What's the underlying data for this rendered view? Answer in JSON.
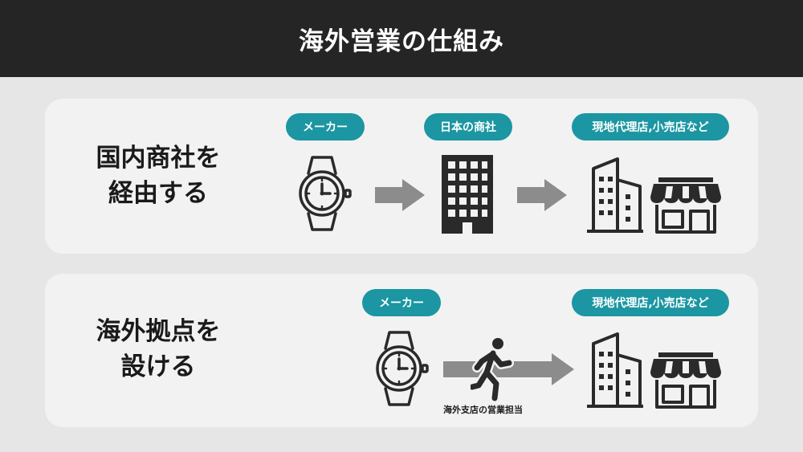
{
  "header": {
    "title": "海外営業の仕組み"
  },
  "row1": {
    "label_line1": "国内商社を",
    "label_line2": "経由する",
    "pill_maker": "メーカー",
    "pill_trading": "日本の商社",
    "pill_local": "現地代理店,小売店など"
  },
  "row2": {
    "label_line1": "海外拠点を",
    "label_line2": "設ける",
    "pill_maker": "メーカー",
    "pill_local": "現地代理店,小売店など",
    "runner_caption": "海外支店の営業担当"
  },
  "colors": {
    "accent": "#1b96a2",
    "header": "#252525",
    "arrow": "#8c8c8c",
    "icon": "#2a2a2a"
  },
  "icons": [
    "watch-icon",
    "arrow-right-icon",
    "office-building-icon",
    "tall-building-icon",
    "storefront-icon",
    "runner-icon"
  ]
}
